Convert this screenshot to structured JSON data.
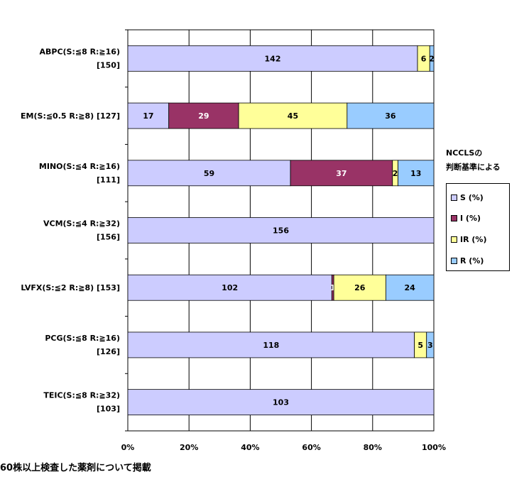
{
  "chart_data": {
    "type": "bar",
    "orientation": "horizontal",
    "stacked": "percent",
    "categories": [
      [
        "ABPC(S:≦8 R:≧16)",
        "[150]"
      ],
      [
        "EM(S:≦0.5 R:≧8) [127]"
      ],
      [
        "MINO(S:≦4 R:≧16)",
        "[111]"
      ],
      [
        "VCM(S:≦4 R:≧32)",
        "[156]"
      ],
      [
        "LVFX(S:≦2 R:≧8) [153]"
      ],
      [
        "PCG(S:≦8 R:≧16)",
        "[126]"
      ],
      [
        "TEIC(S:≦8 R:≧32)",
        "[103]"
      ]
    ],
    "series": [
      {
        "name": "S (%)",
        "color": "#ccccff",
        "values": [
          142,
          17,
          59,
          156,
          102,
          118,
          103
        ]
      },
      {
        "name": "I (%)",
        "color": "#993366",
        "values": [
          0,
          29,
          37,
          0,
          1,
          0,
          0
        ]
      },
      {
        "name": "IR (%)",
        "color": "#ffff99",
        "values": [
          6,
          45,
          2,
          0,
          26,
          5,
          0
        ]
      },
      {
        "name": "R (%)",
        "color": "#99ccff",
        "values": [
          2,
          36,
          13,
          0,
          24,
          3,
          0
        ]
      }
    ],
    "x_ticks": [
      "0%",
      "20%",
      "40%",
      "60%",
      "80%",
      "100%"
    ],
    "xlim": [
      0,
      100
    ],
    "grid": true,
    "legend": {
      "title_lines": [
        "NCCLSの",
        "判断基準による"
      ],
      "placement": "right"
    }
  },
  "footnote": "60株以上検査した薬剤について掲載"
}
